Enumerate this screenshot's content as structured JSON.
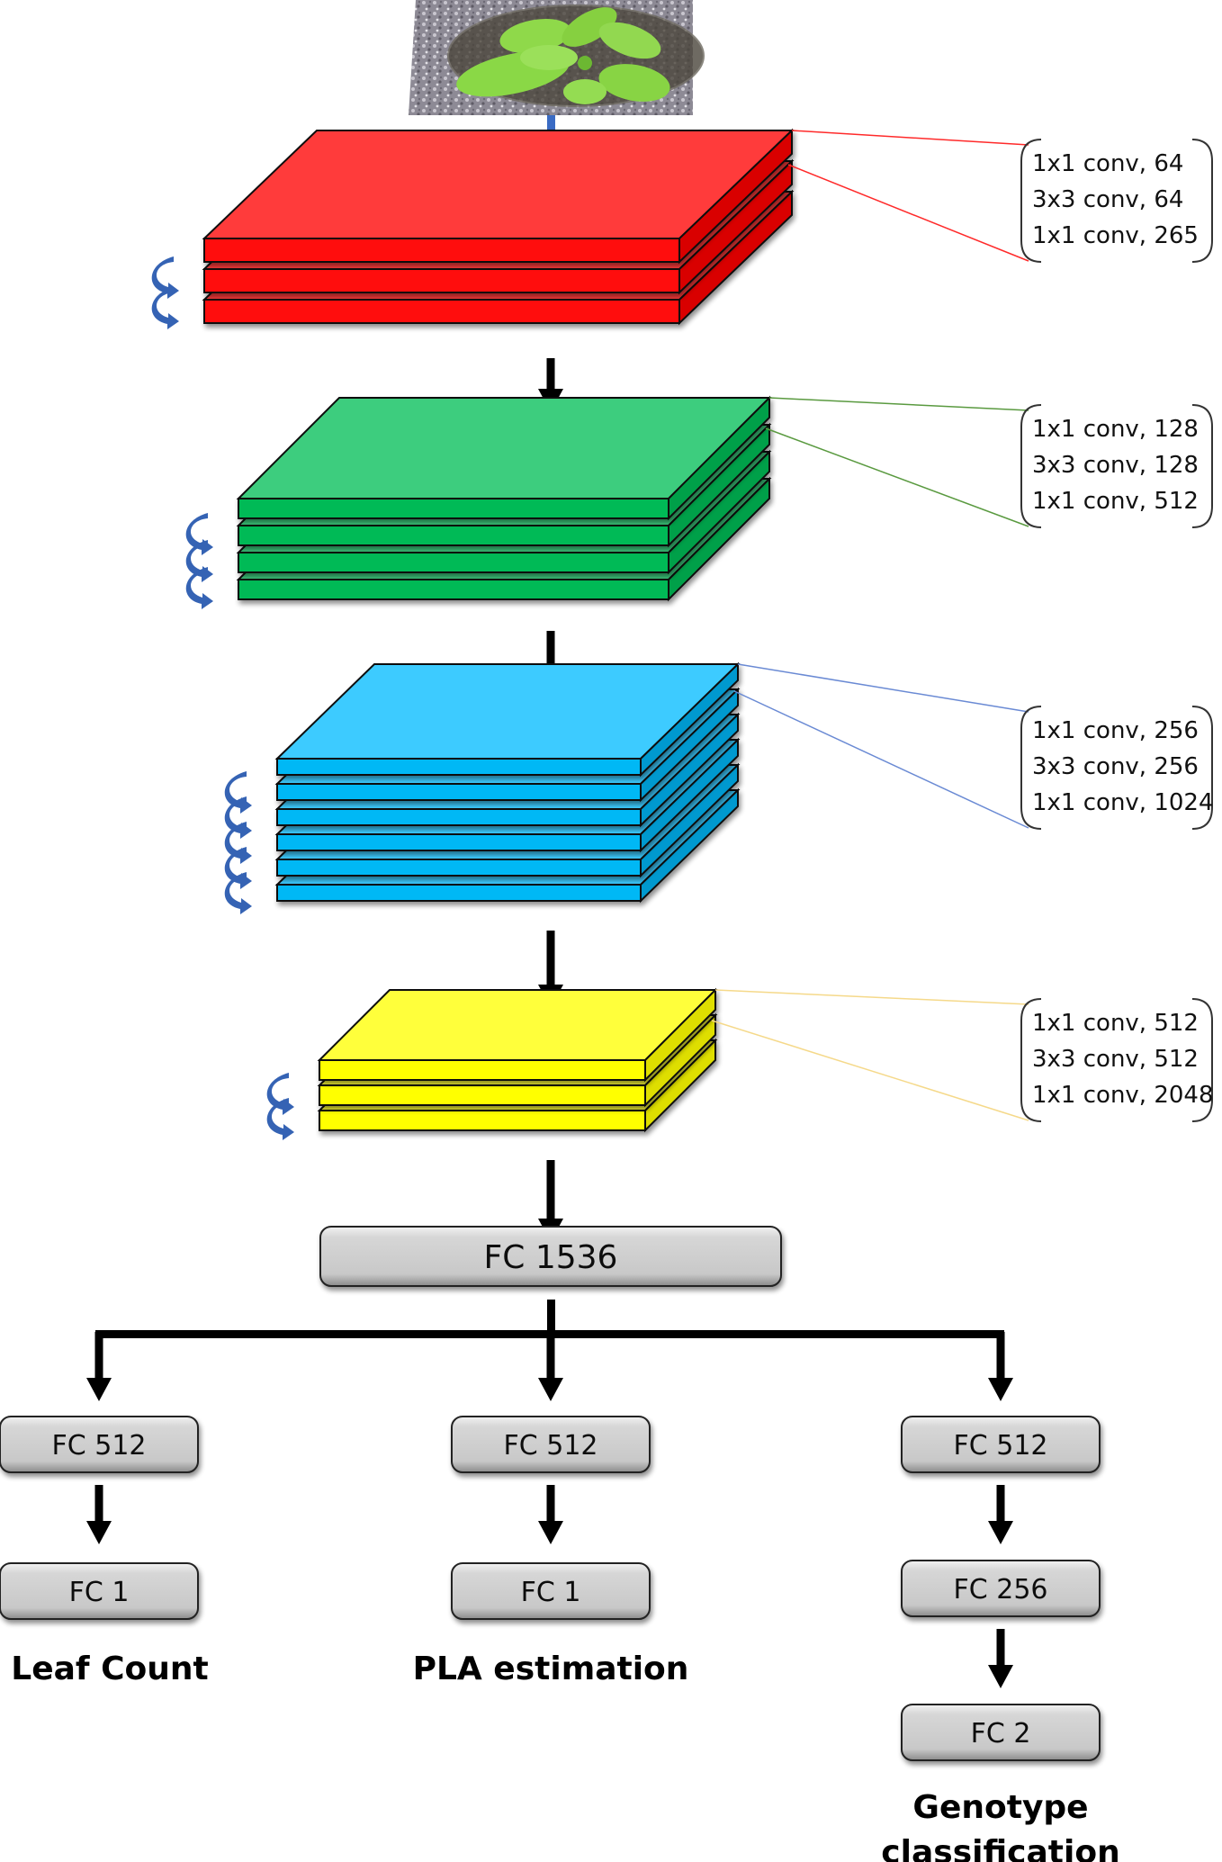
{
  "input_image": {
    "label": "Input plant image",
    "icon": "plant-photo"
  },
  "stages": [
    {
      "id": "stage1",
      "color_top": "#ff3b3b",
      "color_front": "#ff0a0a",
      "color_side": "#d90000",
      "leader_color": "#ff2a2a",
      "layers": 3,
      "specs": [
        "1x1 conv, 64",
        "3x3 conv, 64",
        "1x1 conv, 265"
      ]
    },
    {
      "id": "stage2",
      "color_top": "#3ccd7e",
      "color_front": "#06ba56",
      "color_side": "#05a04a",
      "leader_color": "#5a9a40",
      "layers": 4,
      "specs": [
        "1x1 conv, 128",
        "3x3 conv, 128",
        "1x1 conv, 512"
      ]
    },
    {
      "id": "stage3",
      "color_top": "#3ccbff",
      "color_front": "#05b8f5",
      "color_side": "#0299cf",
      "leader_color": "#6a8ad4",
      "layers": 6,
      "specs": [
        "1x1 conv, 256",
        "3x3 conv, 256",
        "1x1 conv, 1024"
      ]
    },
    {
      "id": "stage4",
      "color_top": "#ffff3a",
      "color_front": "#ffff00",
      "color_side": "#dede00",
      "leader_color": "#f5d98a",
      "layers": 3,
      "specs": [
        "1x1 conv, 512",
        "3x3 conv, 512",
        "1x1 conv, 2048"
      ]
    }
  ],
  "shared_fc": {
    "label": "FC 1536"
  },
  "heads": [
    {
      "id": "leaf-count",
      "layers": [
        "FC 512",
        "FC 1"
      ],
      "output_label": [
        "Leaf Count"
      ]
    },
    {
      "id": "pla",
      "layers": [
        "FC 512",
        "FC 1"
      ],
      "output_label": [
        "PLA estimation"
      ]
    },
    {
      "id": "genotype",
      "layers": [
        "FC 512",
        "FC 256",
        "FC 2"
      ],
      "output_label": [
        "Genotype",
        "classification"
      ]
    }
  ],
  "colors": {
    "arrow_black": "#000000",
    "arrow_blue": "#3a6bc4",
    "skip_arrow": "#3563b4",
    "fc_fill": "#cfcfcf"
  }
}
